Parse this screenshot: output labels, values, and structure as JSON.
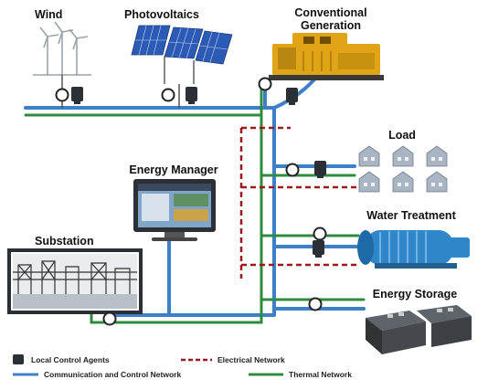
{
  "labels": {
    "wind": "Wind",
    "pv": "Photovoltaics",
    "conv_line1": "Conventional",
    "conv_line2": "Generation",
    "load": "Load",
    "energy_manager": "Energy Manager",
    "water_treatment": "Water Treatment",
    "substation": "Substation",
    "energy_storage": "Energy Storage"
  },
  "legend": {
    "local_control_agents": "Local Control Agents",
    "electrical_network": "Electrical Network",
    "communication_network": "Communication and Control Network",
    "thermal_network": "Thermal Network"
  },
  "colors": {
    "communication": "#3f7fc8",
    "thermal": "#2e8b3d",
    "electrical": "#9b1b1b",
    "agent": "#2b2f36",
    "generator": "#e0a416",
    "house": "#a9b5c2",
    "pump": "#2f86c9",
    "pv_panel": "#2c5bb5"
  }
}
